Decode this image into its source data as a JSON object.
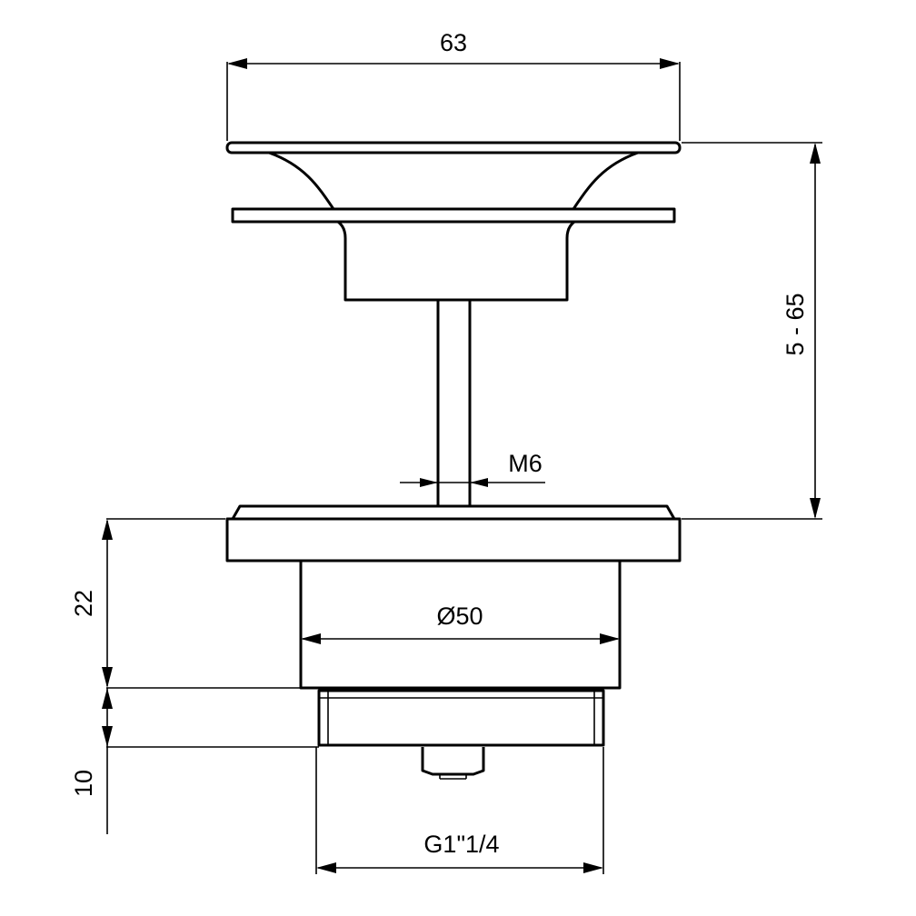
{
  "dimensions": {
    "top_width": "63",
    "adjust_range": "5 - 65",
    "rod_thread": "M6",
    "body_height": "22",
    "body_diameter": "Ø50",
    "thread_height": "10",
    "pipe_thread": "G1\"1/4"
  },
  "colors": {
    "line": "#000000",
    "background": "#ffffff"
  }
}
